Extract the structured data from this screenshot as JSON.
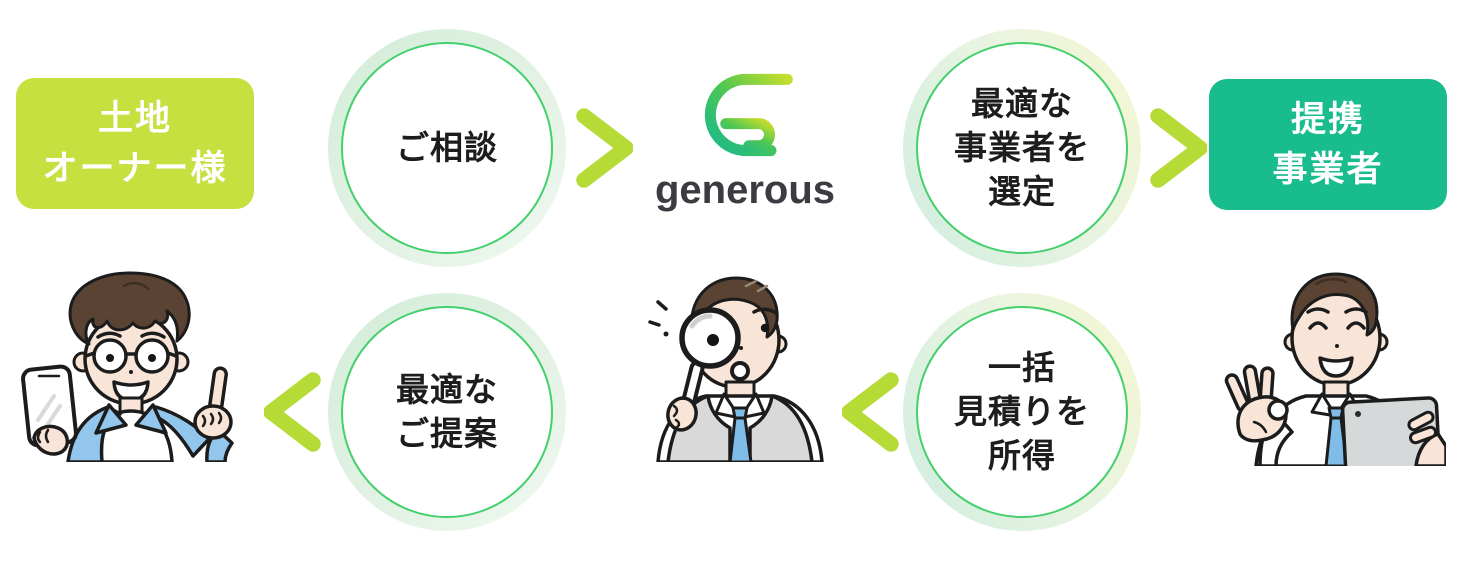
{
  "colors": {
    "owner_box_bg": "#c5e03f",
    "partner_box_bg": "#19bc8d",
    "arrow_teal": "#1abd8e",
    "arrow_lime": "#b7db36",
    "ring_border_green": "#45d06b",
    "halo_mint": "#d8efdf",
    "halo_yellow": "#f4f6d4",
    "text_dark": "#1d1d1d",
    "logo_text": "#3b3b41",
    "jacket_blue": "#92c6ec",
    "tie_blue": "#7fbce8",
    "vest_gray": "#d9d9d9",
    "skin": "#f9e5d8",
    "hair_brown": "#5a4332"
  },
  "owner_box": {
    "line1": "土地",
    "line2": "オーナー様"
  },
  "partner_box": {
    "line1": "提携",
    "line2": "事業者"
  },
  "logo": {
    "wordmark": "generous"
  },
  "steps": {
    "consult": {
      "line1": "ご相談"
    },
    "select": {
      "line1": "最適な",
      "line2": "事業者を",
      "line3": "選定"
    },
    "proposal": {
      "line1": "最適な",
      "line2": "ご提案"
    },
    "quote": {
      "line1": "一括",
      "line2": "見積りを",
      "line3": "所得"
    }
  },
  "illustrations": {
    "owner": "man-with-glasses-holding-smartphone",
    "consultant": "man-looking-through-magnifying-glass",
    "partner": "man-ok-gesture-holding-tablet"
  }
}
